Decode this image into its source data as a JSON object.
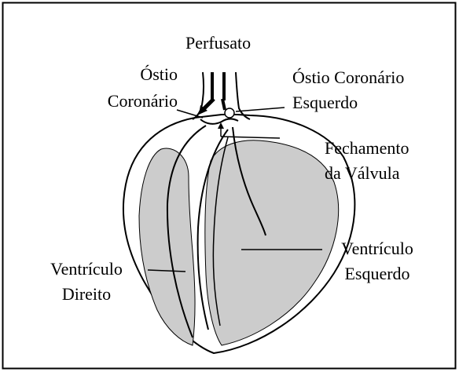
{
  "labels": {
    "perfusate": "Perfusato",
    "right_ostium_line1": "Óstio",
    "right_ostium_line2": "Coronário",
    "left_ostium_line1": "Óstio Coronário",
    "left_ostium_line2": "Esquerdo",
    "valve_line1": "Fechamento",
    "valve_line2": "da Válvula",
    "left_ventricle_line1": "Ventrículo",
    "left_ventricle_line2": "Esquerdo",
    "right_ventricle_line1": "Ventrículo",
    "right_ventricle_line2": "Direito"
  },
  "colors": {
    "outline": "#000000",
    "chamber_fill": "#cccccc",
    "wall_fill": "#ffffff"
  }
}
